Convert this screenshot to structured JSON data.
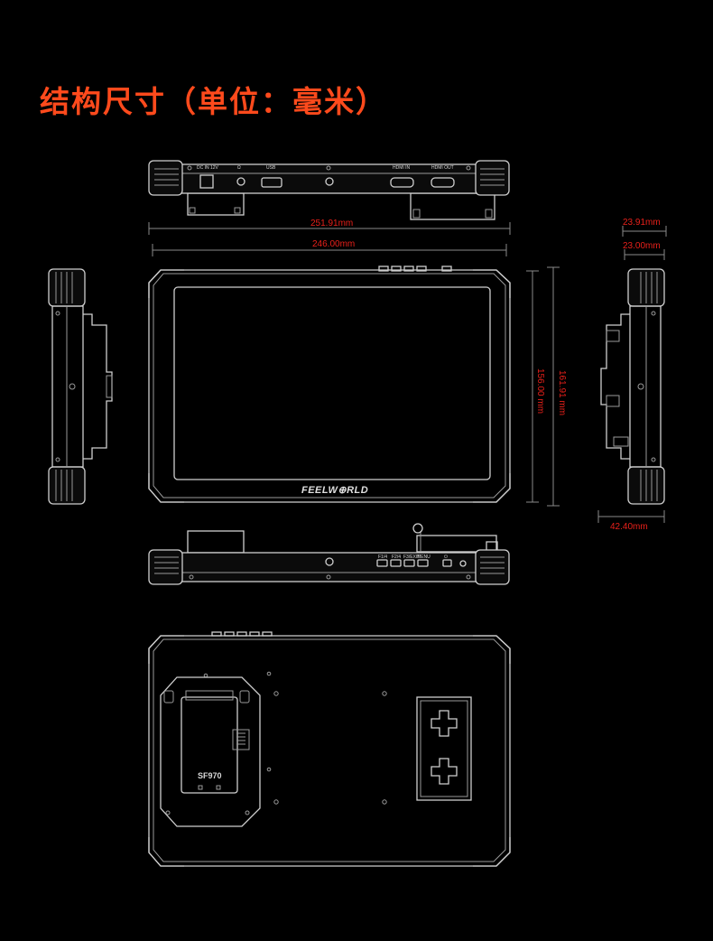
{
  "title": "结构尺寸（单位：毫米）",
  "brand_logo": "FEELW⊕RLD",
  "battery_plate_label": "SF970",
  "port_labels": {
    "dc_in": "DC IN 12V",
    "usb": "USB",
    "hdmi_in": "HDMI IN",
    "hdmi_out": "HDMI OUT"
  },
  "button_labels": [
    "F1/4",
    "F2/4",
    "F3/EXIT",
    "MENU",
    "⏻"
  ],
  "icons": {
    "headphone": "headphone-icon",
    "power": "power-icon"
  },
  "dimensions": {
    "overall_width": "251.91mm",
    "body_width": "246.00mm",
    "body_height": "156.00 mm",
    "overall_height": "161.91 mm",
    "overall_depth_top": "23.91mm",
    "body_depth_top": "23.00mm",
    "depth_with_plate": "42.40mm"
  },
  "colors": {
    "background": "#000000",
    "title": "#ff4a1c",
    "dimension_text": "#e8201a",
    "line": "#cfcfcf"
  }
}
